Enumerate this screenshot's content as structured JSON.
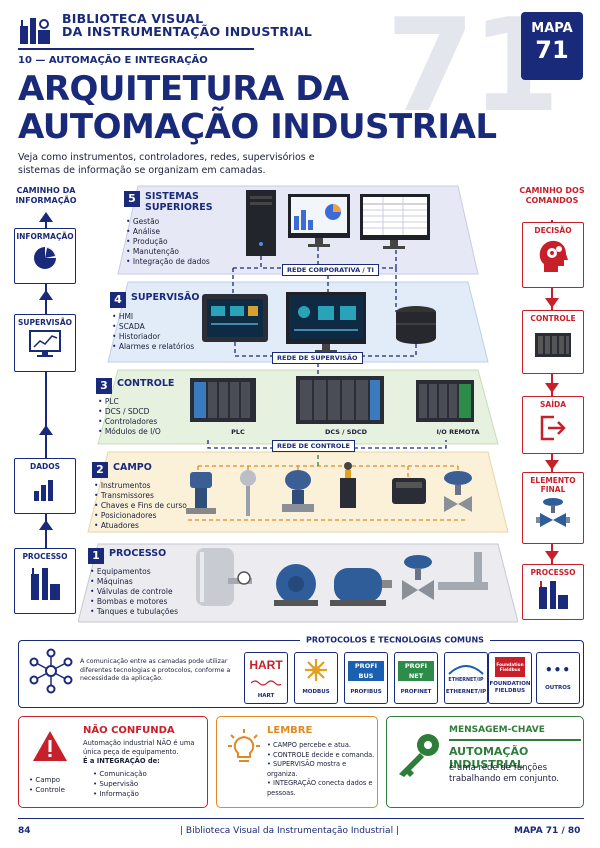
{
  "header": {
    "series_line1": "BIBLIOTECA VISUAL",
    "series_line2": "DA INSTRUMENTAÇÃO INDUSTRIAL",
    "chapter": "10 — AUTOMAÇÃO E INTEGRAÇÃO",
    "big_number": "71",
    "title_line1": "ARQUITETURA DA",
    "title_line2": "AUTOMAÇÃO INDUSTRIAL",
    "intro": "Veja como instrumentos, controladores, redes, supervisórios e sistemas de informação se organizam em camadas.",
    "mapa_label": "MAPA",
    "mapa_number": "71"
  },
  "left_path": {
    "title": "CAMINHO DA INFORMAÇÃO",
    "steps": [
      "INFORMAÇÃO",
      "SUPERVISÃO",
      "DADOS",
      "PROCESSO"
    ]
  },
  "right_path": {
    "title": "CAMINHO DOS COMANDOS",
    "steps": [
      "DECISÃO",
      "CONTROLE",
      "SAÍDA",
      "ELEMENTO FINAL",
      "PROCESSO"
    ]
  },
  "layers": [
    {
      "num": "5",
      "title": "SISTEMAS SUPERIORES",
      "items": [
        "Gestão",
        "Análise",
        "Produção",
        "Manutenção",
        "Integração de dados"
      ],
      "network": "REDE CORPORATIVA / TI",
      "color": "#e7e8f5"
    },
    {
      "num": "4",
      "title": "SUPERVISÃO",
      "items": [
        "HMI",
        "SCADA",
        "Historiador",
        "Alarmes e relatórios"
      ],
      "network": "REDE DE SUPERVISÃO",
      "color": "#e1ecf8"
    },
    {
      "num": "3",
      "title": "CONTROLE",
      "items": [
        "PLC",
        "DCS / SDCD",
        "Controladores",
        "Módulos de I/O"
      ],
      "network": "REDE DE CONTROLE",
      "devices": [
        "PLC",
        "DCS / SDCD",
        "I/O REMOTA"
      ],
      "color": "#e6f1e0"
    },
    {
      "num": "2",
      "title": "CAMPO",
      "items": [
        "Instrumentos",
        "Transmissores",
        "Chaves e Fins de curso",
        "Posicionadores",
        "Atuadores"
      ],
      "color": "#fbf1d8"
    },
    {
      "num": "1",
      "title": "PROCESSO",
      "items": [
        "Equipamentos",
        "Máquinas",
        "Válvulas de controle",
        "Bombas e motores",
        "Tanques e tubulações"
      ],
      "color": "#ececf0"
    }
  ],
  "protocols": {
    "title": "PROTOCOLOS E TECNOLOGIAS COMUNS",
    "description": "A comunicação entre as camadas pode utilizar diferentes tecnologias e protocolos, conforme a necessidade da aplicação.",
    "items": [
      {
        "label": "HART",
        "logo": "HART"
      },
      {
        "label": "MODBUS",
        "logo": ""
      },
      {
        "label": "PROFIBUS",
        "logo": "PROFI BUS"
      },
      {
        "label": "PROFINET",
        "logo": "PROFI NET"
      },
      {
        "label": "ETHERNET/IP",
        "logo": "ETHERNET/IP"
      },
      {
        "label": "FOUNDATION FIELDBUS",
        "logo": "Foundation Fieldbus"
      },
      {
        "label": "OUTROS",
        "logo": "•••"
      }
    ]
  },
  "cards": {
    "nao_confunda": {
      "title": "NÃO CONFUNDA",
      "line1": "Automação industrial NÃO é uma única peça de equipamento.",
      "line2": "É a INTEGRAÇÃO de:",
      "left": [
        "Campo",
        "Controle"
      ],
      "right": [
        "Comunicação",
        "Supervisão",
        "Informação"
      ]
    },
    "lembre": {
      "title": "LEMBRE",
      "items": [
        "CAMPO percebe e atua.",
        "CONTROLE decide e comanda.",
        "SUPERVISÃO mostra e organiza.",
        "INTEGRAÇÃO conecta dados e pessoas."
      ]
    },
    "mensagem": {
      "title": "MENSAGEM-CHAVE",
      "headline": "AUTOMAÇÃO INDUSTRIAL",
      "text": "é uma rede de funções trabalhando em conjunto."
    }
  },
  "footer": {
    "page": "84",
    "center": "|  Biblioteca Visual da Instrumentação Industrial  |",
    "right": "MAPA 71 / 80"
  },
  "colors": {
    "navy": "#1a2a7a",
    "red": "#c8202a",
    "orange": "#e08a20",
    "green": "#2e7d3a"
  }
}
